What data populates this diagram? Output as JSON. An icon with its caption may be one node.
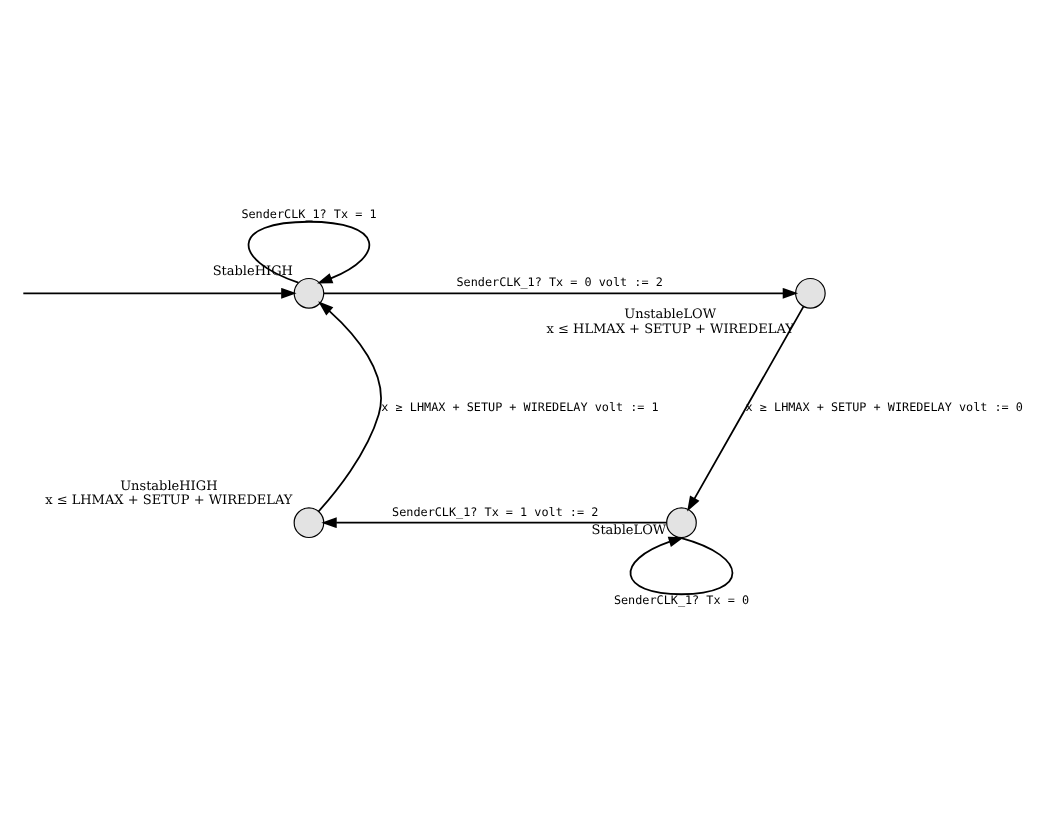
{
  "diagram": {
    "nodes": [
      {
        "text": [],
        "shape": "circle",
        "beside": [
          "StableHIGH"
        ]
      },
      {
        "text": [],
        "shape": "circle",
        "beside": [
          "UnstableLOW",
          "x ≤ HLMAX + SETUP + WIREDELAY"
        ]
      },
      {
        "text": [],
        "shape": "circle",
        "beside": [
          "StableLOW"
        ]
      },
      {
        "text": [],
        "shape": "circle",
        "beside": [
          "UnstableHIGH",
          "x ≤ LHMAX + SETUP + WIREDELAY"
        ]
      }
    ],
    "edges": [
      {
        "from": null,
        "to": 0,
        "arrow": "to"
      },
      {
        "from": 0,
        "to": 0,
        "arrow": "to",
        "label": "SenderCLK_1? Tx = 1"
      },
      {
        "from": 0,
        "to": 1,
        "arrow": "to",
        "label": "SenderCLK_1? Tx = 0 volt := 2"
      },
      {
        "from": 1,
        "to": 2,
        "arrow": "to",
        "label": "x ≥ LHMAX + SETUP + WIREDELAY volt := 0"
      },
      {
        "from": 2,
        "to": 2,
        "arrow": "to",
        "label": "SenderCLK_1? Tx = 0"
      },
      {
        "from": 2,
        "to": 3,
        "arrow": "to",
        "label": "SenderCLK_1? Tx = 1 volt := 2"
      },
      {
        "from": 3,
        "to": 0,
        "arrow": "to",
        "label": "x ≥ LHMAX + SETUP + WIREDELAY volt := 1"
      }
    ]
  }
}
